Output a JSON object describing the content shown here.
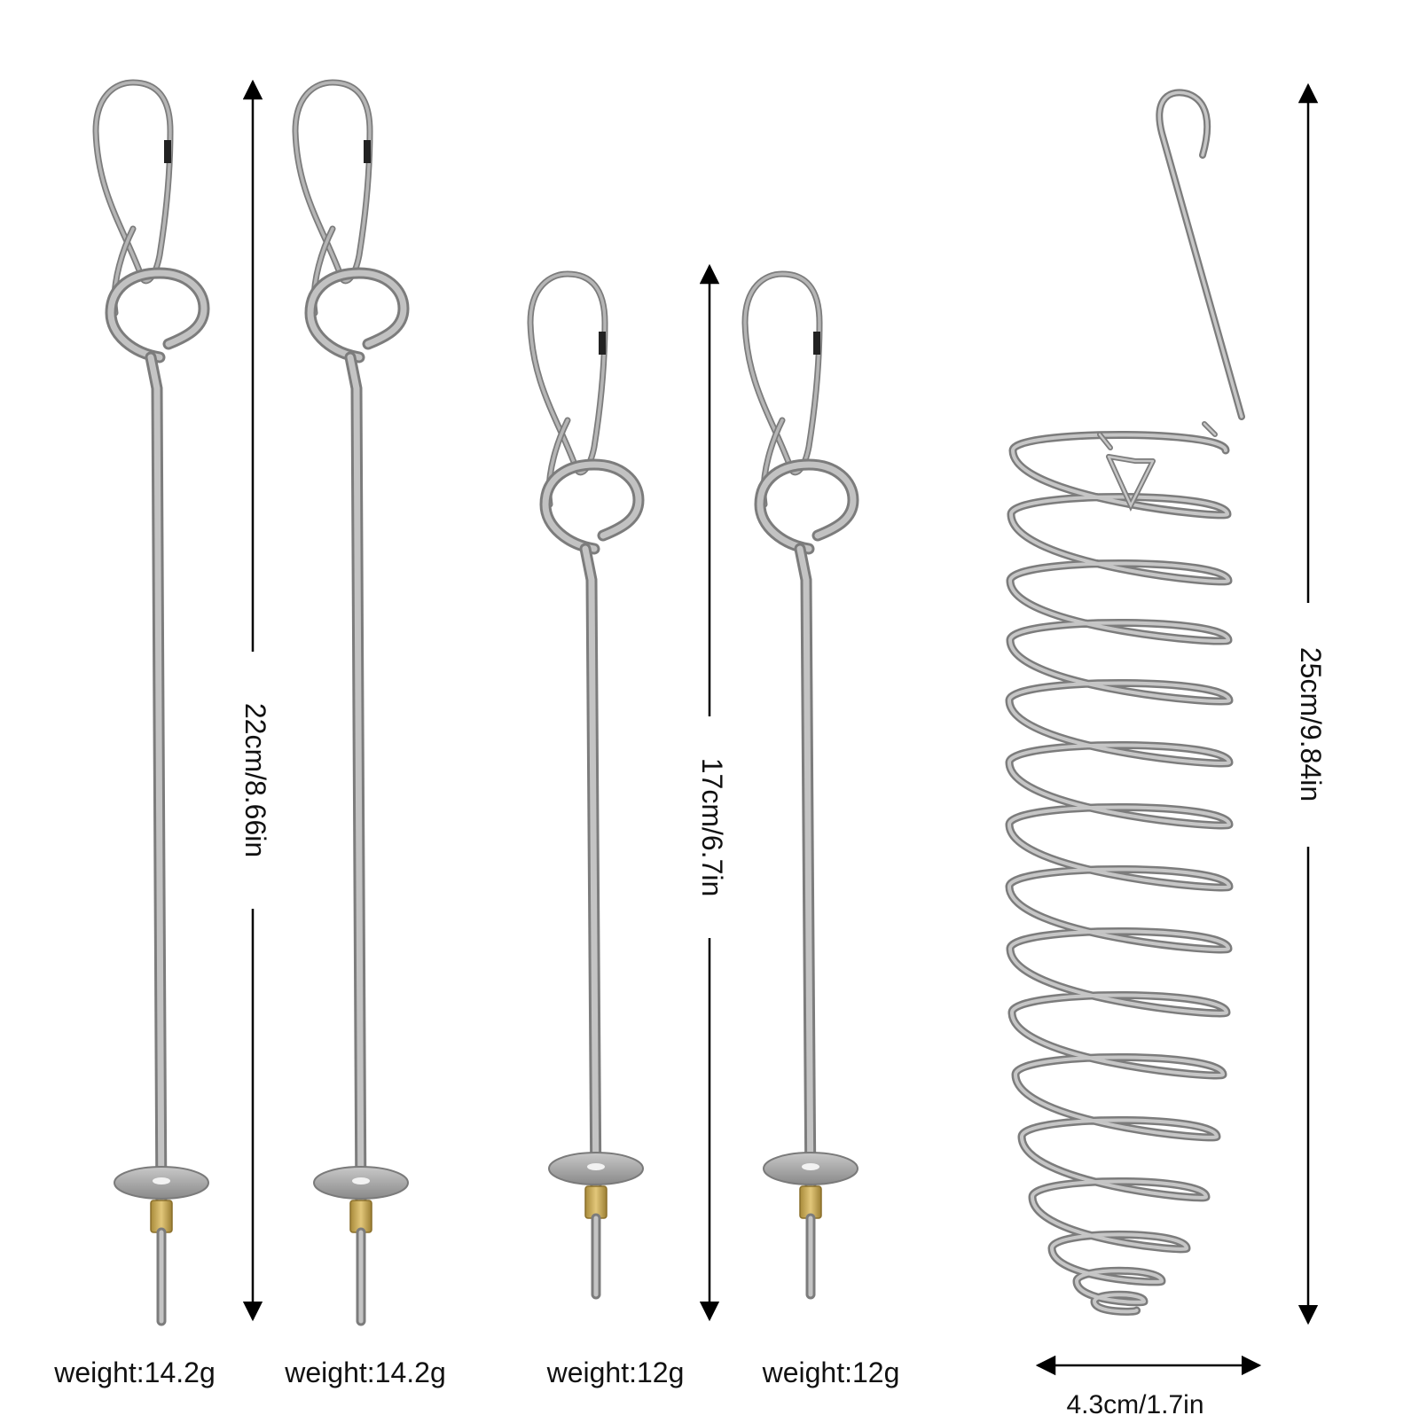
{
  "colors": {
    "background": "#ffffff",
    "wire": "#a9a9a9",
    "wire_outline": "#7c7c7c",
    "brass": "#c9a85a",
    "arrow": "#000000",
    "text": "#111111"
  },
  "dimensions": {
    "long_stake": "22cm/8.66in",
    "short_stake": "17cm/6.7in",
    "spiral_height": "25cm/9.84in",
    "spiral_width": "4.3cm/1.7in"
  },
  "items": [
    {
      "kind": "long-stake",
      "weight": "weight:14.2g"
    },
    {
      "kind": "long-stake",
      "weight": "weight:14.2g"
    },
    {
      "kind": "short-stake",
      "weight": "weight:12g"
    },
    {
      "kind": "short-stake",
      "weight": "weight:12g"
    },
    {
      "kind": "spiral-feeder"
    }
  ]
}
